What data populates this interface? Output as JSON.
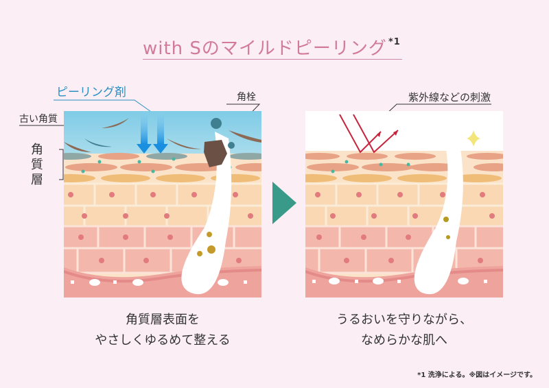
{
  "title": {
    "text": "with Sのマイルドピーリング",
    "footnote_mark": "*1"
  },
  "left_panel": {
    "labels": {
      "peeling_agent": "ピーリング剤",
      "old_keratin": "古い角質",
      "keratin_plug": "角栓",
      "stratum_corneum": [
        "角",
        "質",
        "層"
      ]
    },
    "caption": [
      "角質層表面を",
      "やさしくゆるめて整える"
    ]
  },
  "right_panel": {
    "labels": {
      "uv_stimulus": "紫外線などの刺激"
    },
    "caption": [
      "うるおいを守りながら、",
      "なめらかな肌へ"
    ]
  },
  "footnote": "*1 洗浄による。※図はイメージです。",
  "colors": {
    "title": "#d27a99",
    "peeling_label": "#2a8fc4",
    "arrow": "#3a9a8a",
    "background": "#fbeef4",
    "uv_arrows": "#c8233c",
    "sparkle": "#f3e57a"
  }
}
